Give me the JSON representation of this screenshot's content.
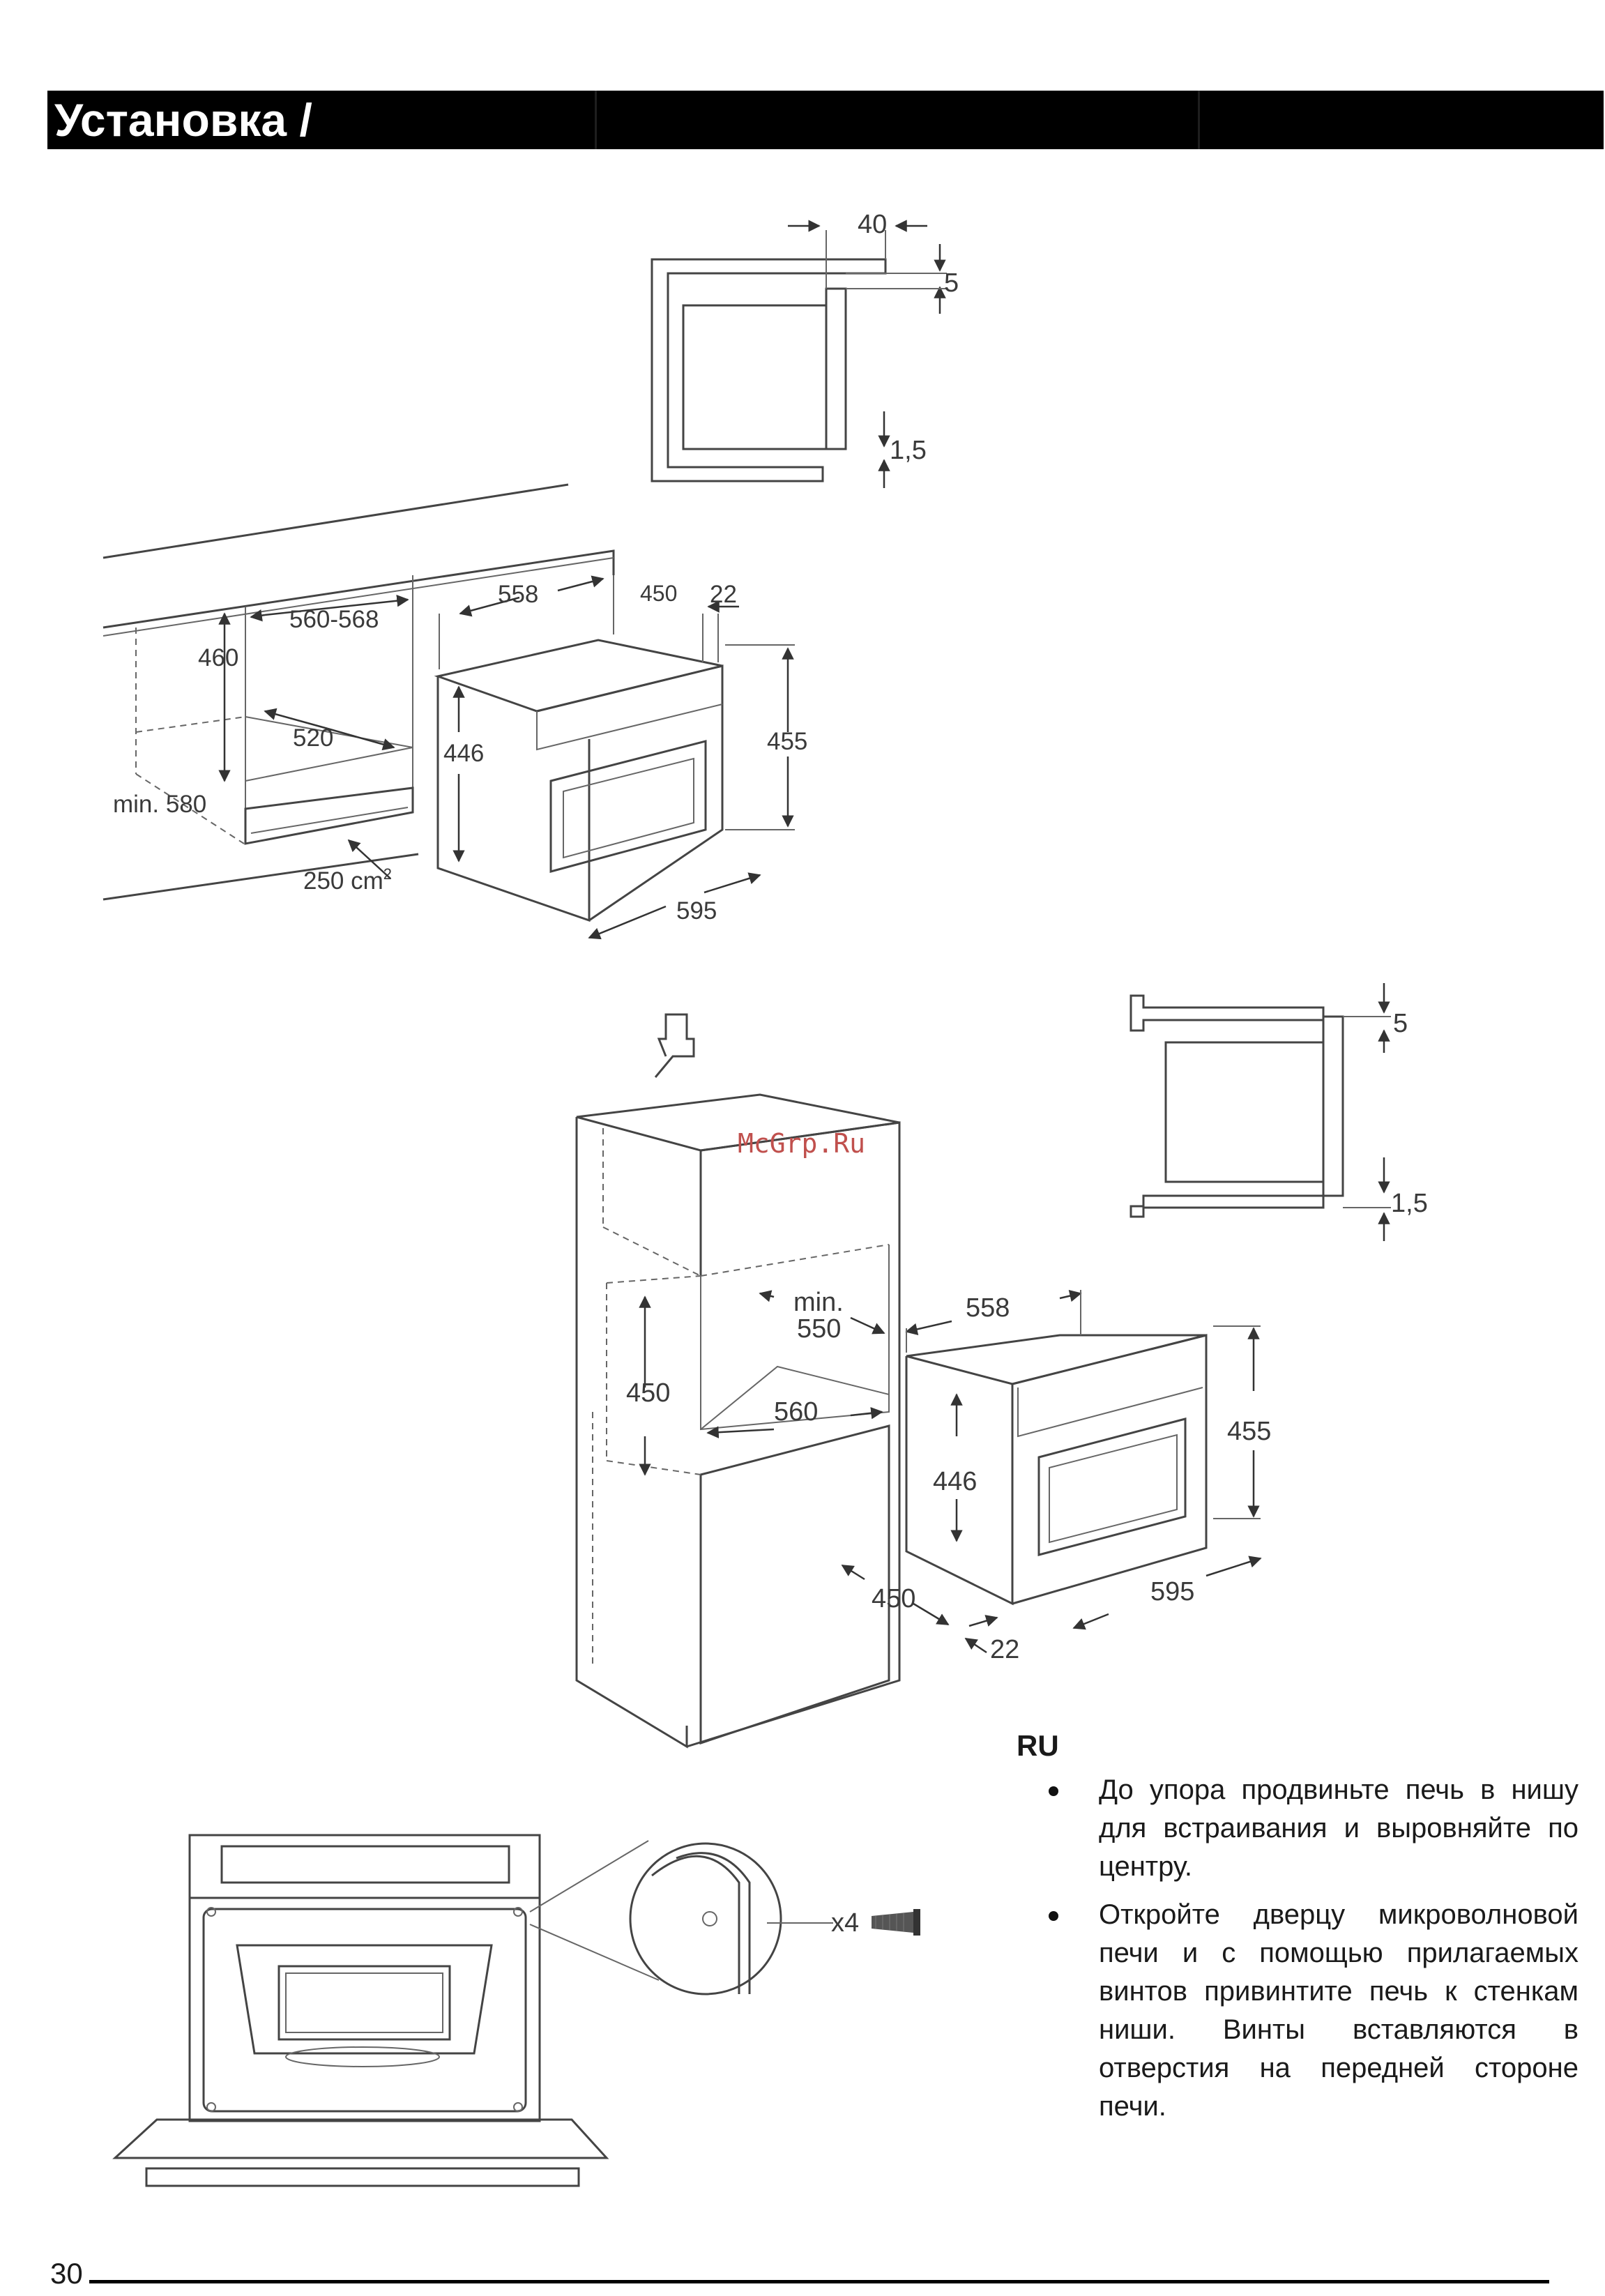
{
  "header": {
    "title": "Установка /"
  },
  "watermark": "McGrp.Ru",
  "figures": {
    "top_section": {
      "depth": "40",
      "top_gap": "5",
      "bottom_gap": "1,5"
    },
    "cabinet_under_counter": {
      "height": "460",
      "width": "560-568",
      "depth": "520",
      "min_depth": "min. 580",
      "vent_area": "250 cm",
      "vent_area_exp": "2"
    },
    "oven_top": {
      "depth": "558",
      "width_inner": "450",
      "frame": "22",
      "front_height": "446",
      "total_height": "455",
      "width": "595"
    },
    "side_section_2": {
      "top_gap": "5",
      "bottom_gap": "1,5"
    },
    "tall_cabinet": {
      "min_label": "min.",
      "min_depth": "550",
      "height": "450",
      "width": "560"
    },
    "oven_right": {
      "depth": "558",
      "total_height": "455",
      "front_height": "446",
      "side_width": "450",
      "width": "595",
      "frame": "22"
    },
    "screws": {
      "count": "x4"
    }
  },
  "instructions": {
    "language": "RU",
    "items": [
      "До упора продвиньте печь в нишу для встраивания и выровняйте по центру.",
      "Откройте дверцу микроволновой печи и с помощью прилагаемых винтов привинтите печь к стенкам ниши. Винты вставляются в отверстия на передней стороне печи."
    ]
  },
  "footer": {
    "page_number": "30"
  }
}
